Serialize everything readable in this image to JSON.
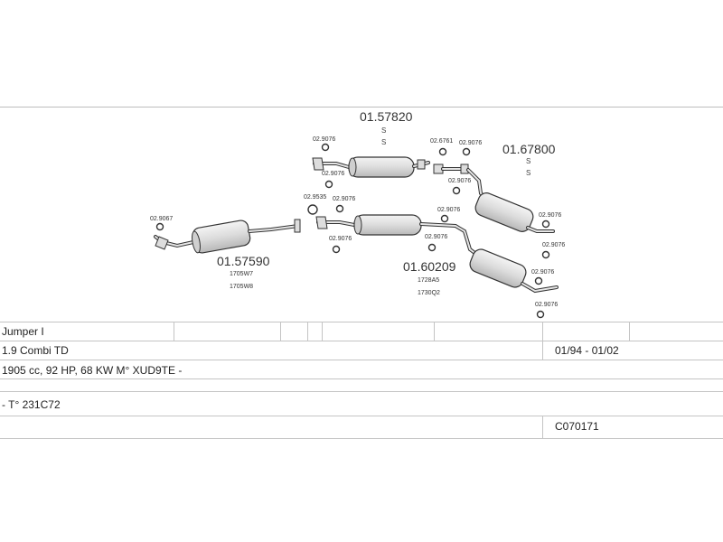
{
  "parts": {
    "p1": {
      "number": "01.57820",
      "marks": [
        "S",
        "S"
      ]
    },
    "p2": {
      "number": "01.67800",
      "marks": [
        "S",
        "S"
      ]
    },
    "p3": {
      "number": "01.57590",
      "codes": [
        "1705W7",
        "1705W8"
      ]
    },
    "p4": {
      "number": "01.60209",
      "codes": [
        "1728A5",
        "1730Q2"
      ]
    }
  },
  "clips": {
    "c1": "02.9076",
    "c2": "02.9076",
    "c3": "02.6761",
    "c4": "02.9076",
    "c5": "02.9076",
    "c6": "02.9535",
    "c7": "02.9076",
    "c8": "02.9076",
    "c9": "02.9067",
    "c10": "02.9076",
    "c11": "02.9076",
    "c12": "02.9076",
    "c13": "02.9076",
    "c14": "02.9076",
    "c15": "02.9076"
  },
  "table": {
    "model": "Jumper I",
    "variant": "1.9 Combi TD",
    "years": "01/94 - 01/02",
    "engine": "1905 cc, 92 HP, 68 KW M° XUD9TE -",
    "type": "- T° 231C72",
    "code": "C070171"
  },
  "colors": {
    "part_fill": "#e6e6e6",
    "part_stroke": "#333333",
    "line": "#c4c4c4"
  }
}
